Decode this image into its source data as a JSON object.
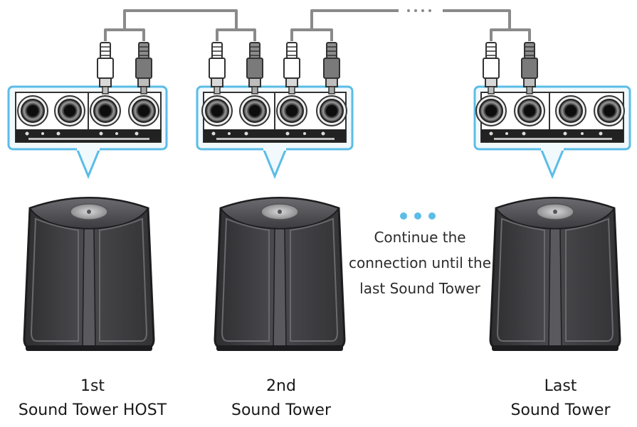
{
  "towers": [
    {
      "ordinal": "1st",
      "label": "Sound Tower HOST"
    },
    {
      "ordinal": "2nd",
      "label": "Sound Tower"
    },
    {
      "ordinal": "Last",
      "label": "Sound Tower"
    }
  ],
  "note": {
    "line1": "Continue the",
    "line2": "connection until the",
    "line3": "last Sound Tower"
  },
  "colors": {
    "accent_blue": "#5bbde6",
    "panel_fill": "#f1f9fd",
    "tower_body": "#3f3f42",
    "cable": "#8a8a8a"
  },
  "icons": {
    "port": "rca-jack-icon",
    "plug": "rca-plug-icon",
    "dots": "ellipsis-icon"
  }
}
